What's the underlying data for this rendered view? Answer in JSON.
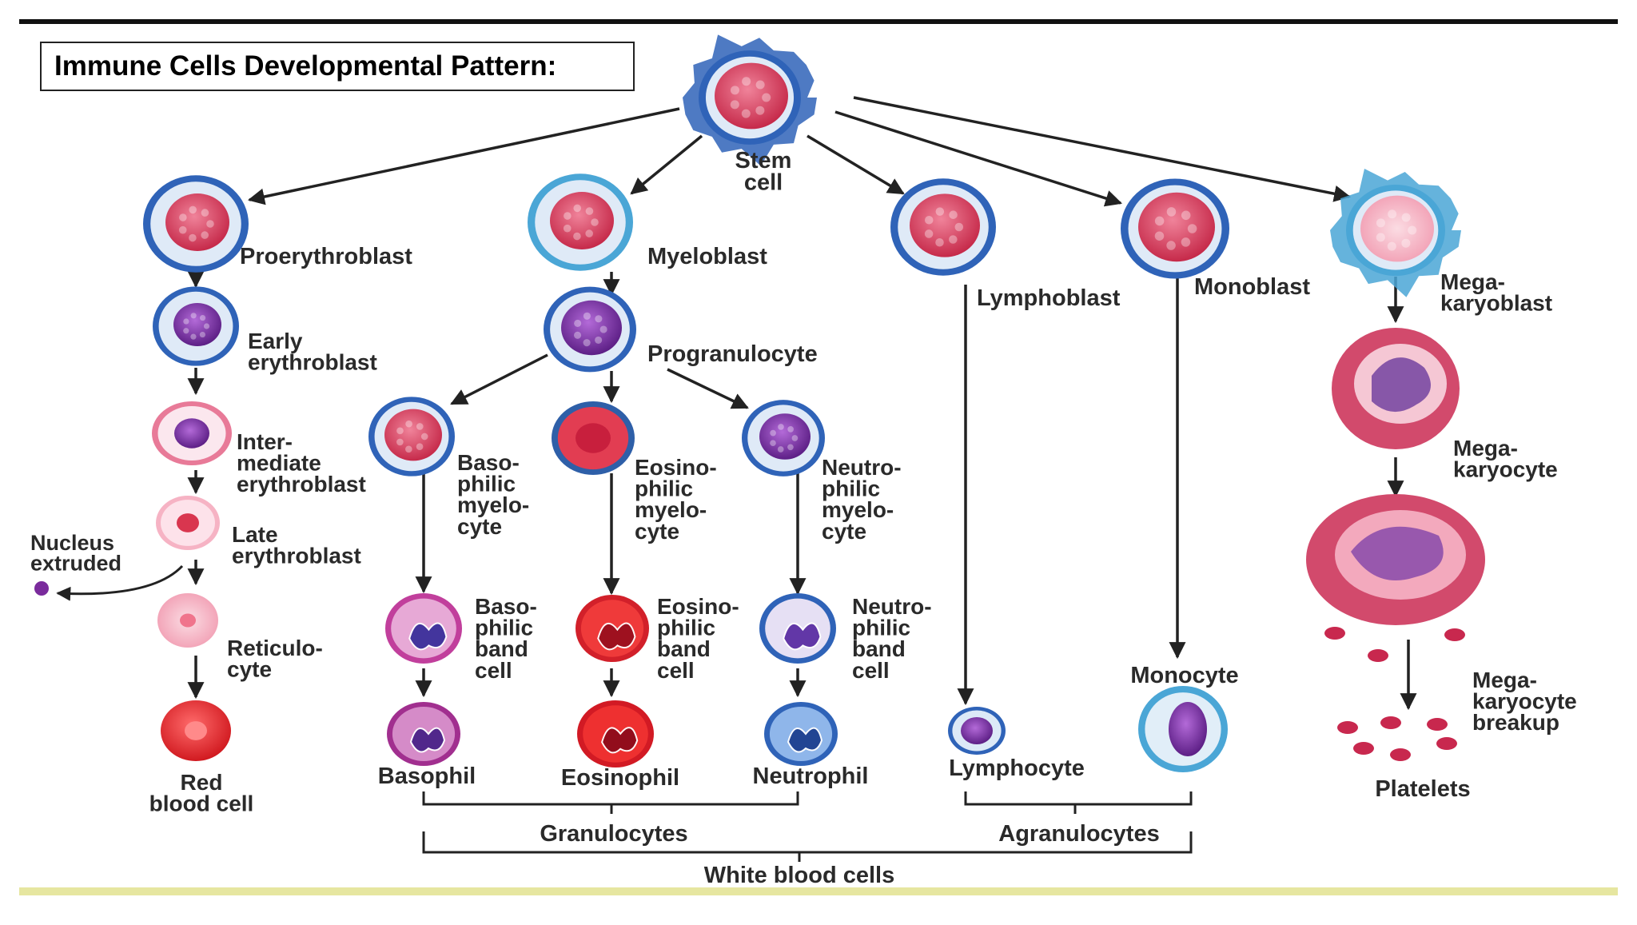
{
  "title": "Immune Cells Developmental Pattern:",
  "colors": {
    "membrane": "#2f63b8",
    "membrane_light": "#4aa6d6",
    "cytoplasm": "#dfeaf7",
    "nucleus": "#d2364f",
    "nucleus_purple": "#7a2b9c",
    "rbc": "#e8242c",
    "megakaryocyte": "#d24a6c",
    "line": "#222222",
    "frame_accent": "#e6e6a0"
  },
  "labels": {
    "stem": [
      "Stem",
      "cell"
    ],
    "proerythroblast": [
      "Proerythroblast"
    ],
    "myeloblast": [
      "Myeloblast"
    ],
    "lymphoblast": [
      "Lymphoblast"
    ],
    "monoblast": [
      "Monoblast"
    ],
    "megakaryoblast": [
      "Mega-",
      "karyoblast"
    ],
    "early_erythroblast": [
      "Early",
      "erythroblast"
    ],
    "progranulocyte": [
      "Progranulocyte"
    ],
    "intermediate_erythroblast": [
      "Inter-",
      "mediate",
      "erythroblast"
    ],
    "late_erythroblast": [
      "Late",
      "erythroblast"
    ],
    "nucleus_extruded": [
      "Nucleus",
      "extruded"
    ],
    "reticulocyte": [
      "Reticulo-",
      "cyte"
    ],
    "red_blood_cell": [
      "Red",
      "blood cell"
    ],
    "basophilic_myelocyte": [
      "Baso-",
      "philic",
      "myelo-",
      "cyte"
    ],
    "eosinophilic_myelocyte": [
      "Eosino-",
      "philic",
      "myelo-",
      "cyte"
    ],
    "neutrophilic_myelocyte": [
      "Neutro-",
      "philic",
      "myelo-",
      "cyte"
    ],
    "basophilic_band": [
      "Baso-",
      "philic",
      "band",
      "cell"
    ],
    "eosinophilic_band": [
      "Eosino-",
      "philic",
      "band",
      "cell"
    ],
    "neutrophilic_band": [
      "Neutro-",
      "philic",
      "band",
      "cell"
    ],
    "basophil": [
      "Basophil"
    ],
    "eosinophil": [
      "Eosinophil"
    ],
    "neutrophil": [
      "Neutrophil"
    ],
    "lymphocyte": [
      "Lymphocyte"
    ],
    "monocyte": [
      "Monocyte"
    ],
    "megakaryocyte": [
      "Mega-",
      "karyocyte"
    ],
    "megakaryocyte_breakup": [
      "Mega-",
      "karyocyte",
      "breakup"
    ],
    "platelets": [
      "Platelets"
    ],
    "granulocytes": [
      "Granulocytes"
    ],
    "agranulocytes": [
      "Agranulocytes"
    ],
    "white_blood_cells": [
      "White blood cells"
    ]
  }
}
